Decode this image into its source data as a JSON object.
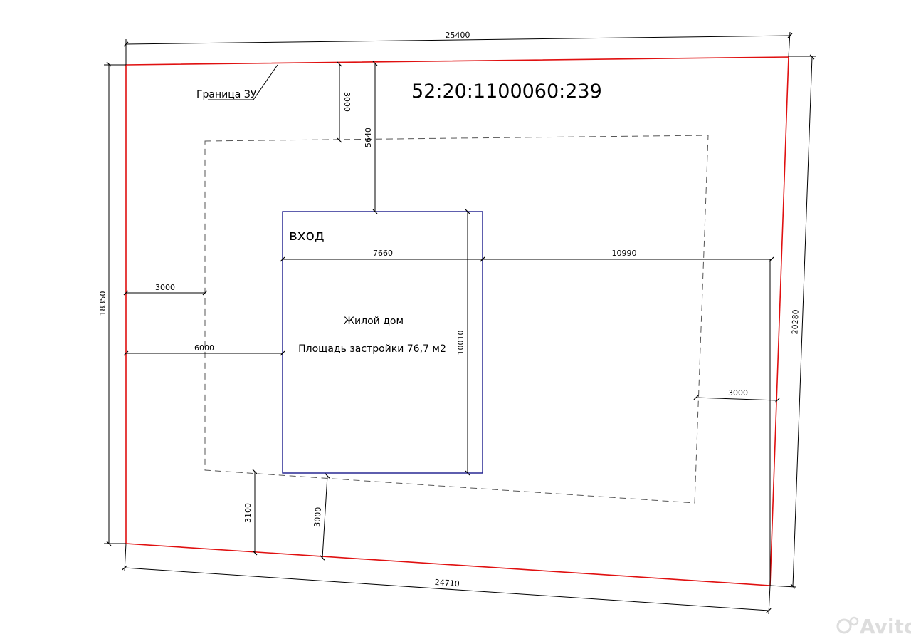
{
  "cadastral_number": "52:20:1100060:239",
  "labels": {
    "boundary": "Граница ЗУ",
    "entrance": "вход",
    "house_name": "Жилой дом",
    "house_area": "Площадь застройки 76,7 м2"
  },
  "dimensions": {
    "top_side": "25400",
    "bottom_side": "24710",
    "left_side": "18350",
    "right_side": "20280",
    "setback_top": "3000",
    "house_to_top": "5640",
    "setback_left": "3000",
    "house_to_left": "6000",
    "house_width": "7660",
    "house_to_right": "10990",
    "house_height": "10010",
    "setback_right": "3000",
    "house_to_bottom": "3100",
    "setback_bottom": "3000"
  },
  "watermark": "Avito",
  "colors": {
    "boundary": "#e01010",
    "house": "#1a1a8c",
    "lines": "#000000",
    "setback": "#555555",
    "watermark": "#dddddd"
  }
}
